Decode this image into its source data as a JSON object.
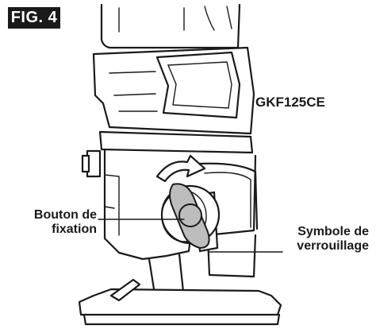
{
  "figure": {
    "badge": "FIG. 4",
    "model": "GKF125CE"
  },
  "callouts": {
    "clamp_knob_line1": "Bouton de",
    "clamp_knob_line2": "fixation",
    "lock_symbol_line1": "Symbole de",
    "lock_symbol_line2": "verrouillage"
  },
  "symbols": {
    "arrows": "↑↓"
  },
  "colors": {
    "ink": "#1a1a1a",
    "knob_gray": "#bdbdbd",
    "background": "#ffffff"
  }
}
